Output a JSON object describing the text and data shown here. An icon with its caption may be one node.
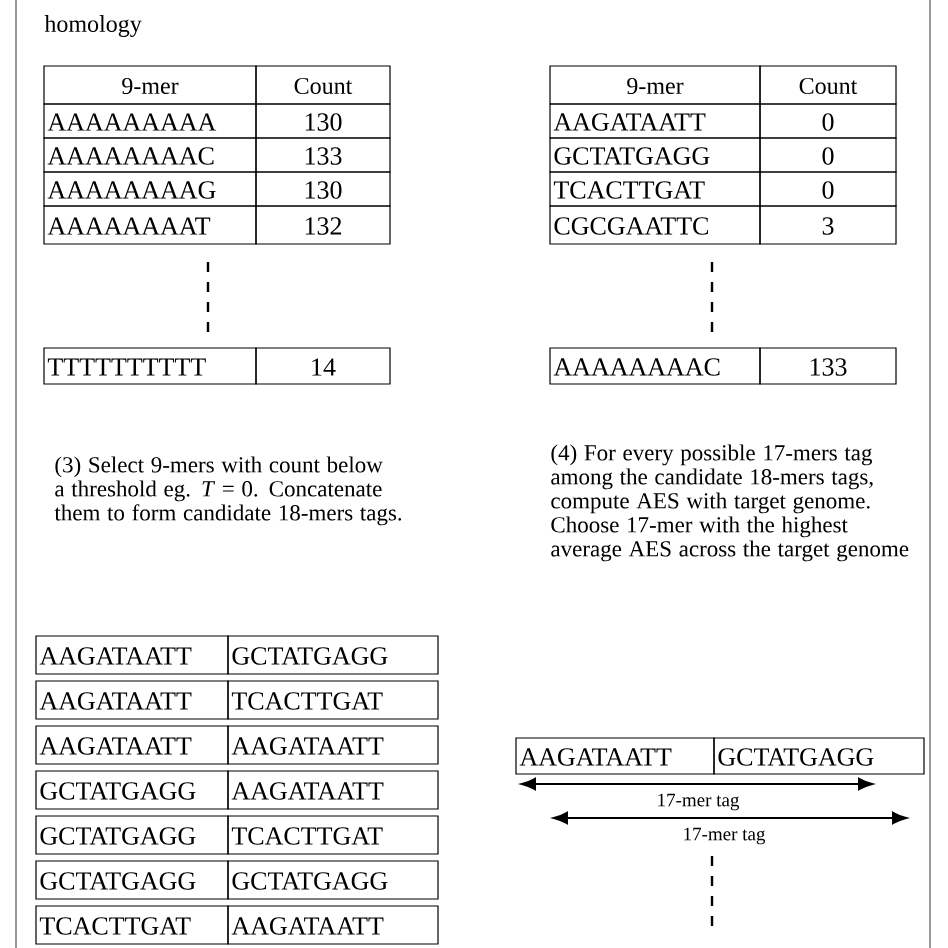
{
  "diagram": {
    "labels": [
      "homology",
      "9-mer",
      "Count",
      "AAAAAAAAA",
      "130",
      "AAAAAAAAC",
      "133",
      "AAAAAAAAG",
      "130",
      "AAAAAAAAT",
      "132",
      "TTTTTTTTTT",
      "14",
      "9-mer",
      "Count",
      "AAGATAATT",
      "0",
      "GCTATGAGG",
      "0",
      "TCACTTGAT",
      "0",
      "CGCGAATTC",
      "3",
      "AAAAAAAAC",
      "133",
      "(3) Select 9-mers with count below a threshold eg. *T* = 0. Concatenate them to form candidate 18-mers tags.",
      "(4) For every possible 17-mers tag among the candidate 18-mers tags, compute AES with target genome. Choose 17-mer with the highest average AES across the target genome",
      "AAGATAATT",
      "GCTATGAGG",
      "AAGATAATT",
      "TCACTTGAT",
      "AAGATAATT",
      "AAGATAATT",
      "GCTATGAGG",
      "AAGATAATT",
      "GCTATGAGG",
      "TCACTTGAT",
      "GCTATGAGG",
      "GCTATGAGG",
      "TCACTTGAT",
      "AAGATAATT",
      "AAGATAATT",
      "GCTATGAGG",
      "17-mer tag",
      "17-mer tag"
    ]
  }
}
